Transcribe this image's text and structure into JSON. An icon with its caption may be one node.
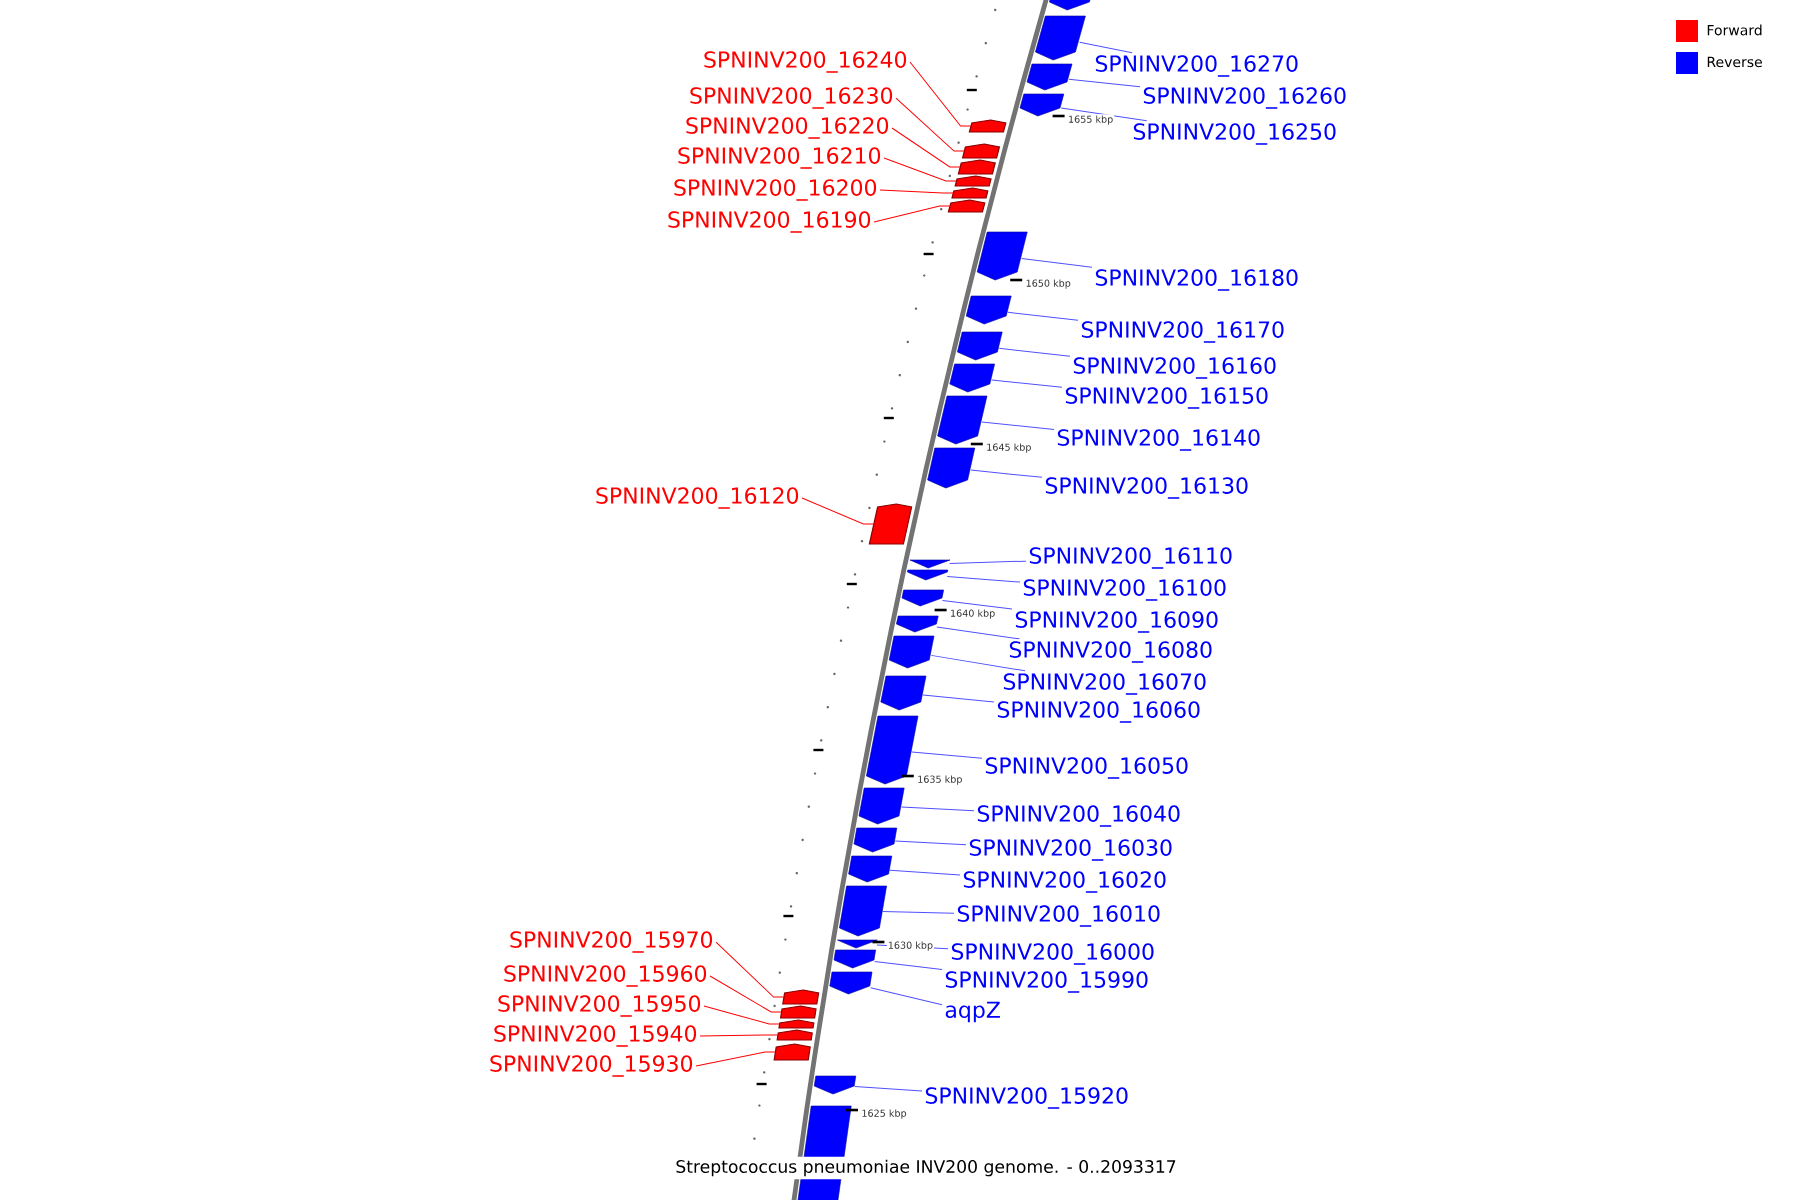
{
  "diagram": {
    "caption": "Streptococcus pneumoniae INV200 genome. - 0..2093317",
    "nodes": [
      {
        "text": [
          "SPNINV200_16240"
        ]
      },
      {
        "text": [
          "SPNINV200_16270"
        ]
      },
      {
        "text": [
          "SPNINV200_16230"
        ]
      },
      {
        "text": [
          "SPNINV200_16260"
        ]
      },
      {
        "text": [
          "SPNINV200_16220"
        ]
      },
      {
        "text": [
          "SPNINV200_16250"
        ]
      },
      {
        "text": [
          "SPNINV200_16210"
        ]
      },
      {
        "text": [
          "SPNINV200_16200"
        ]
      },
      {
        "text": [
          "SPNINV200_16190"
        ]
      },
      {
        "text": [
          "SPNINV200_16180"
        ]
      },
      {
        "text": [
          "SPNINV200_16170"
        ]
      },
      {
        "text": [
          "SPNINV200_16160"
        ]
      },
      {
        "text": [
          "SPNINV200_16150"
        ]
      },
      {
        "text": [
          "SPNINV200_16140"
        ]
      },
      {
        "text": [
          "SPNINV200_16130"
        ]
      },
      {
        "text": [
          "SPNINV200_16120"
        ]
      },
      {
        "text": [
          "SPNINV200_16110"
        ]
      },
      {
        "text": [
          "SPNINV200_16100"
        ]
      },
      {
        "text": [
          "SPNINV200_16090"
        ]
      },
      {
        "text": [
          "SPNINV200_16080"
        ]
      },
      {
        "text": [
          "SPNINV200_16070"
        ]
      },
      {
        "text": [
          "SPNINV200_16060"
        ]
      },
      {
        "text": [
          "SPNINV200_16050"
        ]
      },
      {
        "text": [
          "SPNINV200_16040"
        ]
      },
      {
        "text": [
          "SPNINV200_16030"
        ]
      },
      {
        "text": [
          "SPNINV200_16020"
        ]
      },
      {
        "text": [
          "SPNINV200_16010"
        ]
      },
      {
        "text": [
          "SPNINV200_15970"
        ]
      },
      {
        "text": [
          "SPNINV200_16000"
        ]
      },
      {
        "text": [
          "SPNINV200_15960"
        ]
      },
      {
        "text": [
          "SPNINV200_15990"
        ]
      },
      {
        "text": [
          "SPNINV200_15950"
        ]
      },
      {
        "text": [
          "aqpZ"
        ]
      },
      {
        "text": [
          "SPNINV200_15940"
        ]
      },
      {
        "text": [
          "SPNINV200_15930"
        ]
      },
      {
        "text": [
          "SPNINV200_15920"
        ]
      },
      {
        "text": [],
        "shape": "box"
      },
      {
        "text": [],
        "shape": "box"
      },
      {
        "text": [],
        "shape": "box"
      },
      {
        "text": [],
        "shape": "box"
      },
      {
        "text": [],
        "shape": "box"
      },
      {
        "text": [],
        "shape": "box"
      },
      {
        "text": [],
        "shape": "box"
      },
      {
        "text": [],
        "shape": "box"
      },
      {
        "text": [],
        "shape": "box"
      },
      {
        "text": [],
        "shape": "box"
      },
      {
        "text": [],
        "shape": "box"
      },
      {
        "text": [],
        "shape": "box"
      },
      {
        "text": [],
        "shape": "box"
      },
      {
        "text": [],
        "shape": "box"
      },
      {
        "text": [],
        "shape": "box"
      },
      {
        "text": [],
        "shape": "box"
      },
      {
        "text": [],
        "shape": "box"
      },
      {
        "text": [],
        "shape": "box"
      },
      {
        "text": [],
        "shape": "box"
      },
      {
        "text": [],
        "shape": "box"
      },
      {
        "text": [],
        "shape": "box"
      },
      {
        "text": [],
        "shape": "box"
      },
      {
        "text": [],
        "shape": "box"
      },
      {
        "text": [],
        "shape": "box"
      },
      {
        "text": [],
        "shape": "box"
      },
      {
        "text": [],
        "shape": "box"
      },
      {
        "text": [],
        "shape": "box"
      },
      {
        "text": [],
        "shape": "box"
      },
      {
        "text": [],
        "shape": "box"
      },
      {
        "text": [],
        "shape": "box"
      },
      {
        "text": [],
        "shape": "box"
      },
      {
        "text": [],
        "shape": "box"
      },
      {
        "text": [],
        "shape": "box"
      },
      {
        "text": [],
        "shape": "box"
      },
      {
        "text": [],
        "shape": "box"
      },
      {
        "text": [],
        "shape": "box"
      },
      {
        "text": [],
        "shape": "box"
      },
      {
        "text": [],
        "shape": "box"
      }
    ],
    "edges": [
      {
        "from": 0,
        "to": 36,
        "arrow": "none",
        "color": "#ff0000"
      },
      {
        "from": 1,
        "to": 37,
        "arrow": "none"
      },
      {
        "from": 2,
        "to": 38,
        "arrow": "none",
        "color": "#ff0000"
      },
      {
        "from": 3,
        "to": 39,
        "arrow": "none"
      },
      {
        "from": 4,
        "to": 40,
        "arrow": "none",
        "color": "#ff0000"
      },
      {
        "from": 5,
        "to": 41,
        "arrow": "none"
      },
      {
        "from": 6,
        "to": 42,
        "arrow": "none",
        "color": "#ff0000"
      },
      {
        "from": 7,
        "to": 43,
        "arrow": "none",
        "color": "#ff0000"
      },
      {
        "from": 8,
        "to": 44,
        "arrow": "none",
        "color": "#ff0000"
      },
      {
        "from": 9,
        "to": 45,
        "arrow": "none"
      },
      {
        "from": 10,
        "to": 46,
        "arrow": "none"
      },
      {
        "from": 11,
        "to": 47,
        "arrow": "none"
      },
      {
        "from": 12,
        "to": 48,
        "arrow": "none"
      },
      {
        "from": 13,
        "to": 49,
        "arrow": "none"
      },
      {
        "from": 14,
        "to": 50,
        "arrow": "none"
      },
      {
        "from": 15,
        "to": 51,
        "arrow": "none",
        "color": "#ff0000"
      },
      {
        "from": 16,
        "to": 52,
        "arrow": "none"
      },
      {
        "from": 17,
        "to": 53,
        "arrow": "none"
      },
      {
        "from": 18,
        "to": 54,
        "arrow": "none"
      },
      {
        "from": 19,
        "to": 55,
        "arrow": "none"
      },
      {
        "from": 20,
        "to": 56,
        "arrow": "none"
      },
      {
        "from": 21,
        "to": 57,
        "arrow": "none"
      },
      {
        "from": 22,
        "to": 58,
        "arrow": "none"
      },
      {
        "from": 23,
        "to": 59,
        "arrow": "none"
      },
      {
        "from": 24,
        "to": 60,
        "arrow": "none"
      },
      {
        "from": 25,
        "to": 61,
        "arrow": "none"
      },
      {
        "from": 26,
        "to": 62,
        "arrow": "none"
      },
      {
        "from": 27,
        "to": 63,
        "arrow": "none",
        "color": "#ff0000"
      },
      {
        "from": 28,
        "to": 64,
        "arrow": "none"
      },
      {
        "from": 29,
        "to": 65,
        "arrow": "none",
        "color": "#ff0000"
      },
      {
        "from": 30,
        "to": 66,
        "arrow": "none"
      },
      {
        "from": 31,
        "to": 67,
        "arrow": "none",
        "color": "#ff0000"
      },
      {
        "from": 32,
        "to": 68,
        "arrow": "none"
      },
      {
        "from": 33,
        "to": 69,
        "arrow": "none",
        "color": "#ff0000"
      },
      {
        "from": 34,
        "to": 70,
        "arrow": "none",
        "color": "#ff0000"
      },
      {
        "from": 35,
        "to": 71,
        "arrow": "none"
      }
    ],
    "labels": [
      "1655 kbp",
      "1650 kbp",
      "1645 kbp",
      "1640 kbp",
      "1635 kbp",
      "1630 kbp",
      "1625 kbp"
    ],
    "legend": [
      {
        "text": "Forward",
        "color": "#ff0000"
      },
      {
        "text": "Reverse",
        "color": "#0000ff"
      }
    ]
  }
}
